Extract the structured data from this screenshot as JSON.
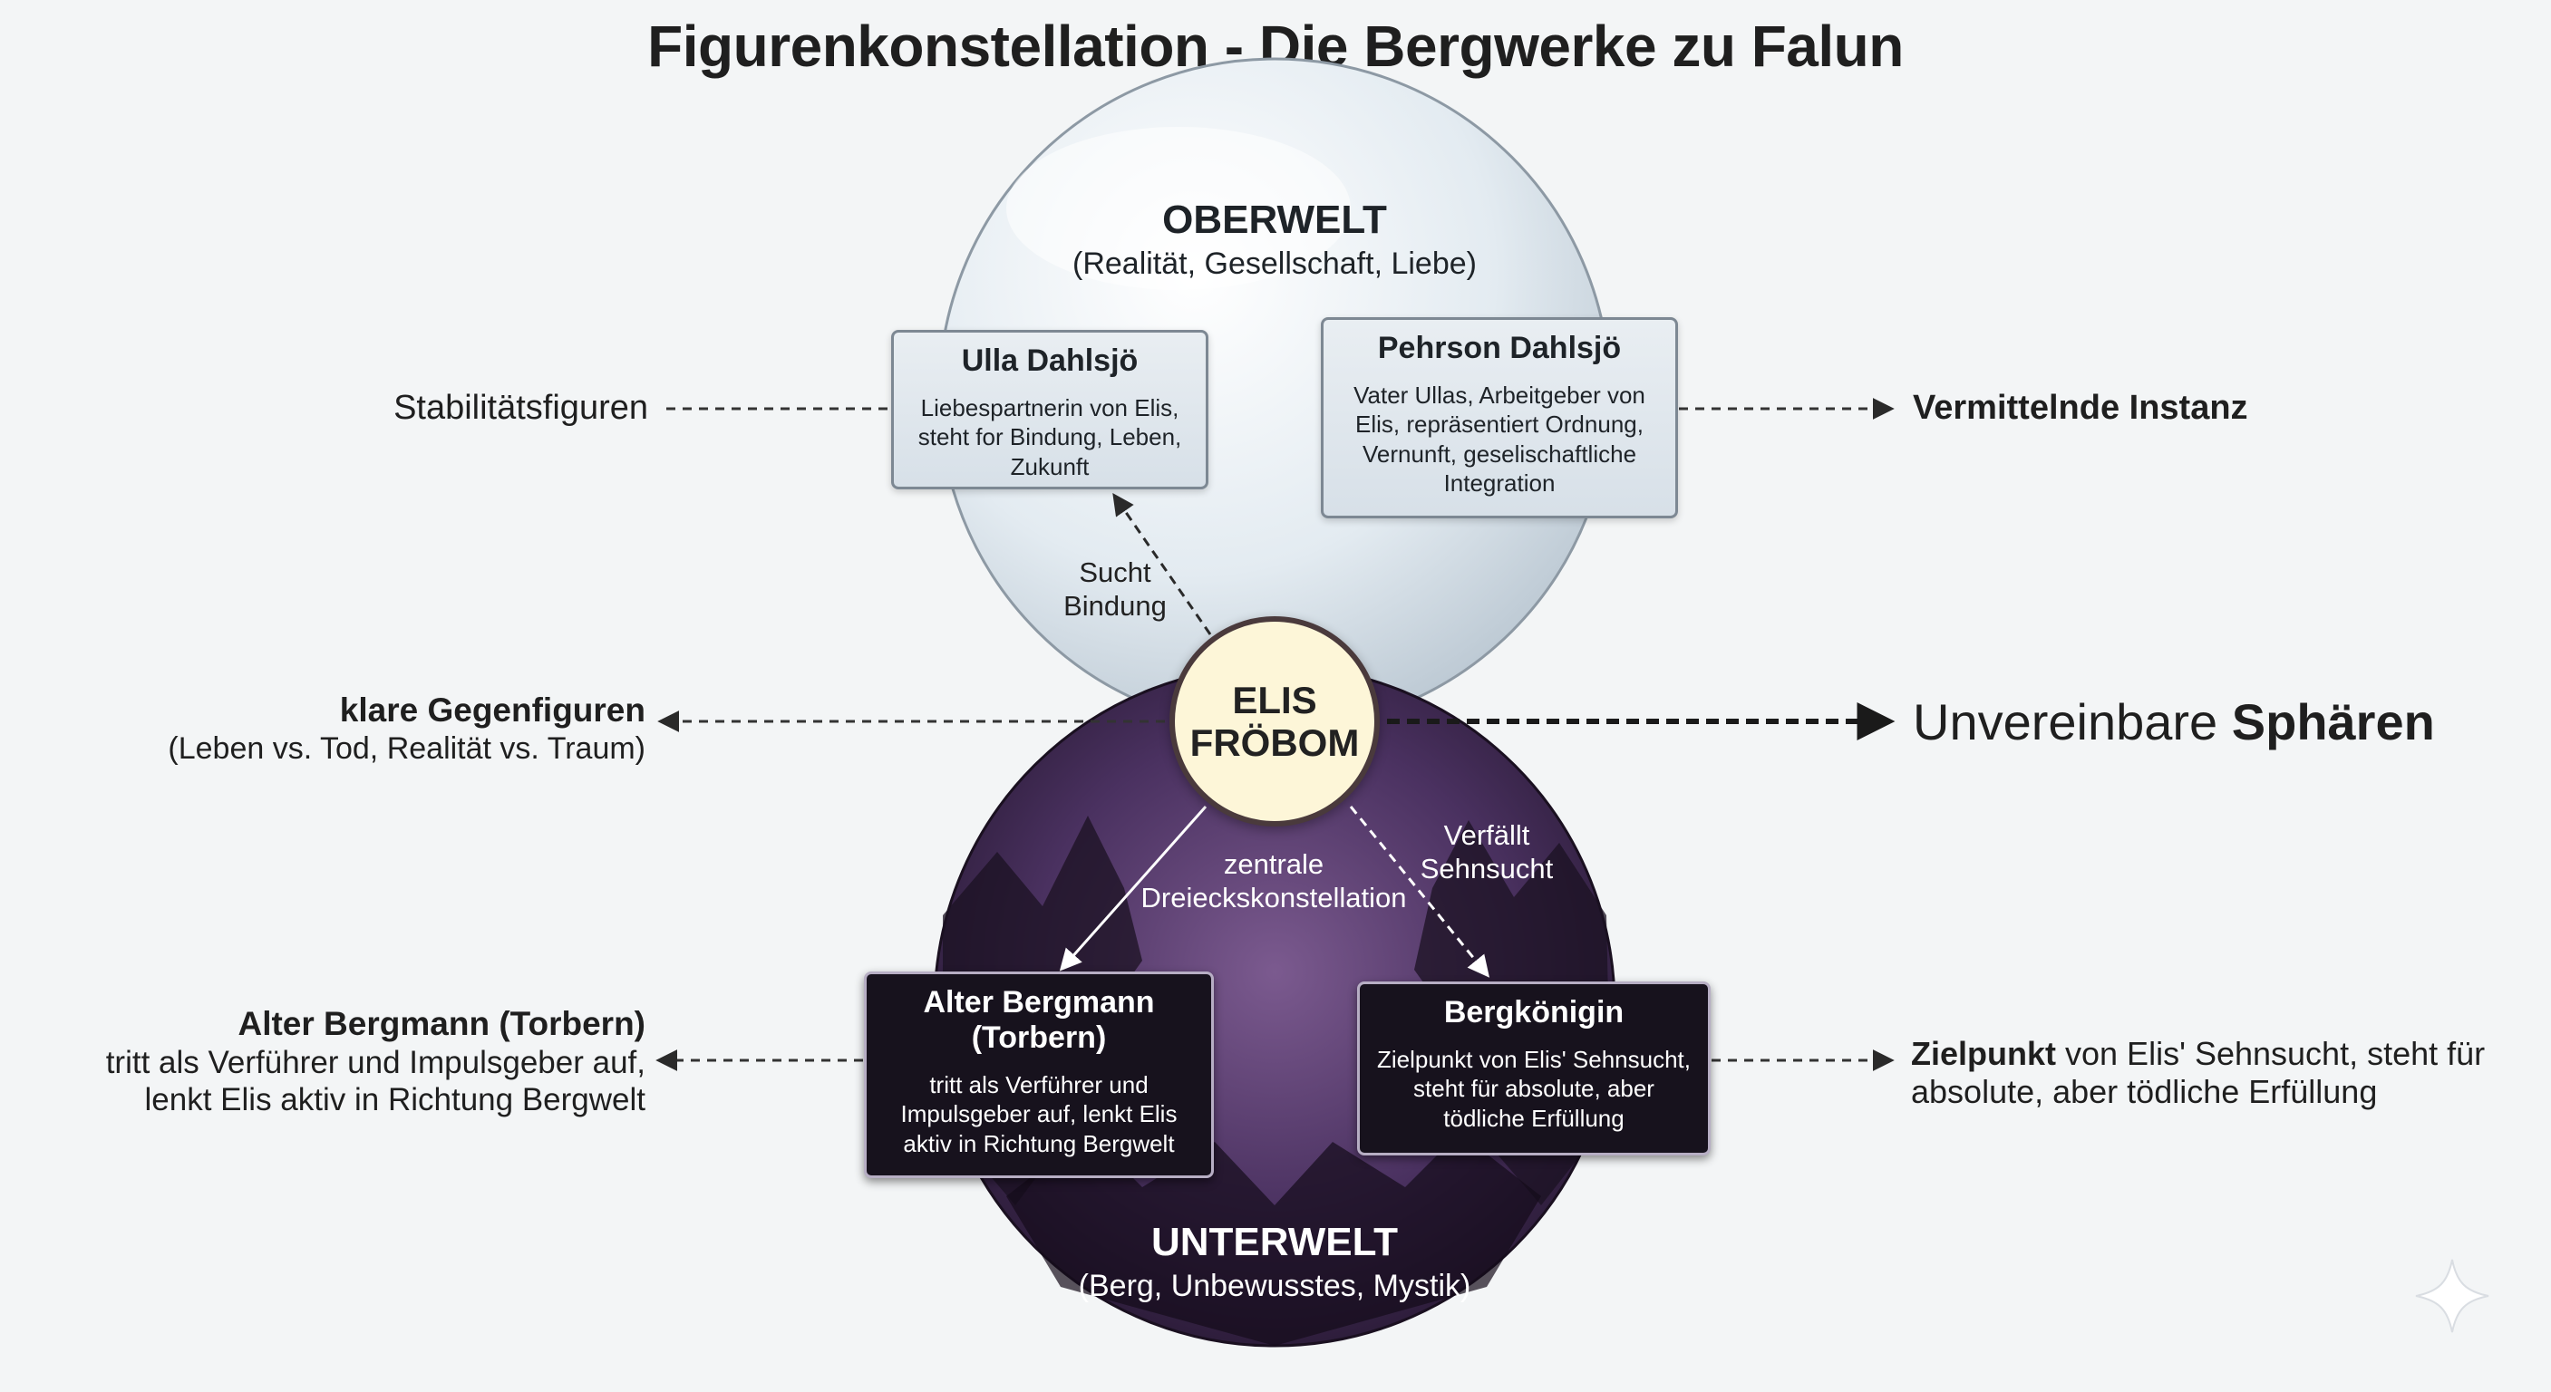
{
  "title": "Figurenkonstellation - Die Bergwerke zu Falun",
  "colors": {
    "background": "#f3f5f6",
    "oberwelt_sphere": "#dce6ee",
    "unterwelt_sphere": "#2a1a36",
    "unterwelt_glow": "#7b5a8f",
    "center_node": "#fdf6d8"
  },
  "spheres": {
    "oberwelt": {
      "name": "OBERWELT",
      "subtitle": "(Realität, Gesellschaft, Liebe)"
    },
    "unterwelt": {
      "name": "UNTERWELT",
      "subtitle": "(Berg, Unbewusstes, Mystik)"
    }
  },
  "center": {
    "line1": "ELIS",
    "line2": "FRÖBOM"
  },
  "characters": {
    "ulla": {
      "name": "Ulla Dahlsjö",
      "description": "Liebespartnerin von Elis, steht for Bindung, Leben, Zukunft"
    },
    "pehrson": {
      "name": "Pehrson Dahlsjö",
      "description": "Vater Ullas, Arbeitgeber von Elis, repräsentiert Ordnung, Vernunft, geselischaftliche Integration"
    },
    "torbern": {
      "name": "Alter Bergmann (Torbern)",
      "description": "tritt als Verführer und Impulsgeber auf, lenkt Elis aktiv in Richtung Bergwelt"
    },
    "bergkoenigin": {
      "name": "Bergkönigin",
      "description": "Zielpunkt von Elis' Sehnsucht, steht für absolute, aber tödliche Erfüllung"
    }
  },
  "edge_labels": {
    "sucht_bindung": "Sucht Bindung",
    "zentrale": "zentrale Dreieckskonstellation",
    "verfaellt": "Verfällt Sehnsucht"
  },
  "annotations": {
    "stabilitaet": "Stabilitätsfiguren",
    "vermittelnde": "Vermittelnde Instanz",
    "gegenfiguren_title": "klare Gegenfiguren",
    "gegenfiguren_sub": "(Leben vs. Tod, Realität vs. Traum)",
    "spheres_prefix": "Unvereinbare",
    "spheres_bold": "Sphären",
    "torbern_title": "Alter Bergmann (Torbern)",
    "torbern_text": "tritt als Verführer und Impulsgeber auf, lenkt Elis aktiv in Richtung Bergwelt",
    "ziel_bold": "Zielpunkt",
    "ziel_text": "von Elis' Sehnsucht, steht für absolute, aber tödliche Erfüllung"
  },
  "icons": {
    "corner": "sparkle-icon"
  }
}
